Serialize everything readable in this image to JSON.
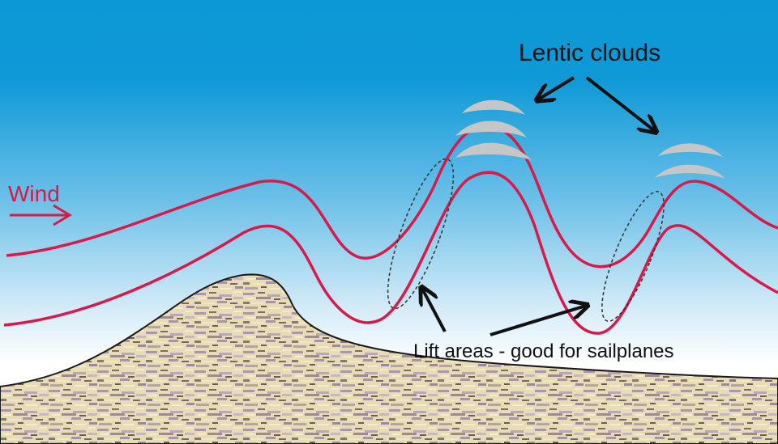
{
  "labels": {
    "wind": "Wind",
    "lentic_clouds": "Lentic clouds",
    "lift_areas": "Lift areas - good for sailplanes"
  },
  "colors": {
    "sky_top": "#0c97d6",
    "sky_bottom": "#ffffff",
    "airflow": "#d81a4a",
    "ground_light": "#efe2b6",
    "ground_dark": "#8c7670",
    "ground_mauve": "#ad9cae",
    "cloud": "#c6c6c6",
    "arrow": "#111111"
  }
}
